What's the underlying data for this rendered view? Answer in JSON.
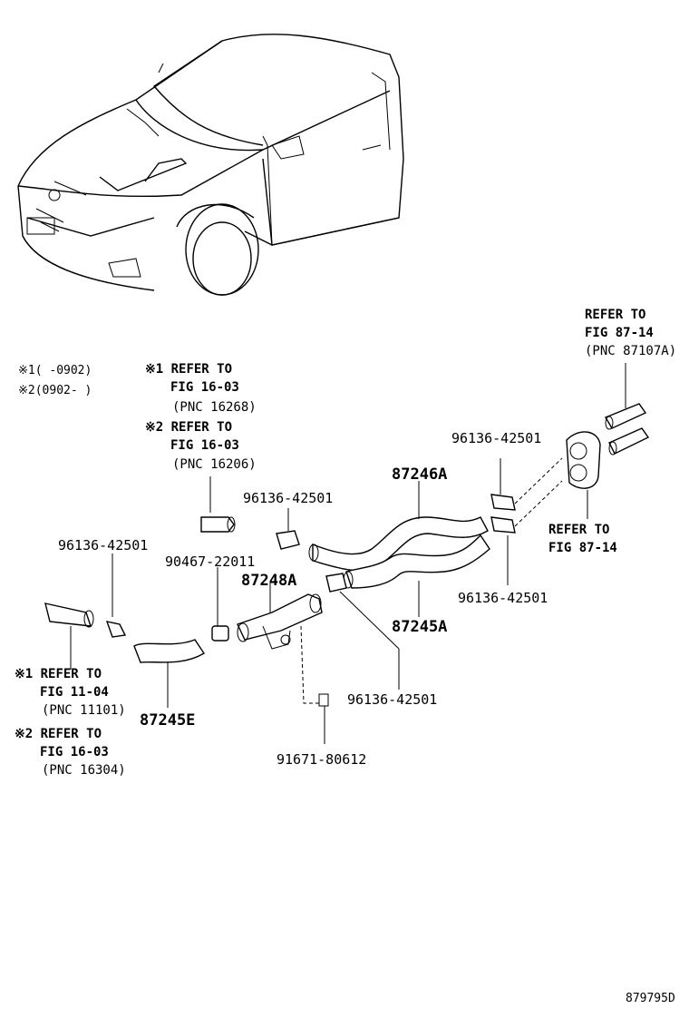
{
  "legend": {
    "v1": "※1(     -0902)",
    "v2": "※2(0902-     )"
  },
  "refs": {
    "r1a": "※1 REFER TO",
    "r1b": "FIG 16-03",
    "r1c": "(PNC 16268)",
    "r2a": "※2 REFER TO",
    "r2b": "FIG 16-03",
    "r2c": "(PNC 16206)",
    "r3a": "REFER TO",
    "r3b": "FIG 87-14",
    "r3c": "(PNC 87107A)",
    "r4a": "REFER TO",
    "r4b": "FIG 87-14",
    "r5a": "※1 REFER TO",
    "r5b": "FIG 11-04",
    "r5c": "(PNC 11101)",
    "r6a": "※2 REFER TO",
    "r6b": "FIG 16-03",
    "r6c": "(PNC 16304)"
  },
  "parts": {
    "p_87246A": "87246A",
    "p_96136_a": "96136-42501",
    "p_96136_b": "96136-42501",
    "p_96136_c": "96136-42501",
    "p_96136_d": "96136-42501",
    "p_96136_e": "96136-42501",
    "p_90467": "90467-22011",
    "p_87248A": "87248A",
    "p_87245A": "87245A",
    "p_87245E": "87245E",
    "p_91671": "91671-80612"
  },
  "figure_id": "879795D"
}
